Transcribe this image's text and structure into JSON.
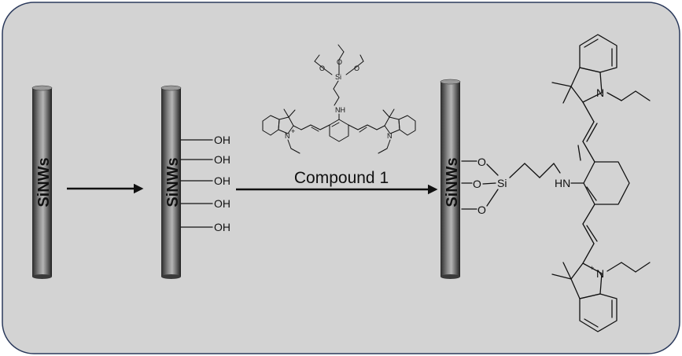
{
  "nanowire_label": "SiNWs",
  "hydroxyl_label": "OH",
  "reaction_label": "Compound 1",
  "atoms": {
    "oxygen": "O",
    "silicon": "Si",
    "nitrogen": "N",
    "amine_nh": "NH",
    "amine_hn": "HN",
    "positive_charge": "+"
  }
}
